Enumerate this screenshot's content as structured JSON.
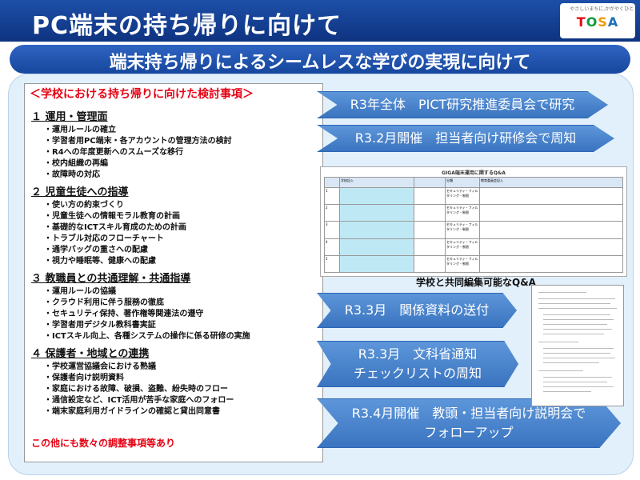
{
  "header": {
    "title": "PC端末の持ち帰りに向けて",
    "logo_letters": "TOSA",
    "logo_tagline": "やさしいまちに,かがやくひと"
  },
  "subtitle": "端末持ち帰りによるシームレスな学びの実現に向けて",
  "left_panel": {
    "header": "＜学校における持ち帰りに向けた検討事項＞",
    "sections": [
      {
        "title": "１ 運用・管理面",
        "items": [
          "・運用ルールの確立",
          "・学習者用PC端末・各アカウントの管理方法の検討",
          "・R4への年度更新へのスムーズな移行",
          "・校内組織の再編",
          "・故障時の対応"
        ]
      },
      {
        "title": "２ 児童生徒への指導",
        "items": [
          "・使い方の約束づくり",
          "・児童生徒への情報モラル教育の計画",
          "・基礎的なICTスキル育成のための計画",
          "・トラブル対応のフローチャート",
          "・通学バッグの重さへの配慮",
          "・視力や睡眠等、健康への配慮"
        ]
      },
      {
        "title": "３ 教職員との共通理解・共通指導",
        "items": [
          "・運用ルールの協議",
          "・クラウド利用に伴う服務の徹底",
          "・セキュリティ保持、著作権等関連法の遵守",
          "・学習者用デジタル教科書実証",
          "・ICTスキル向上、各種システムの操作に係る研修の実施"
        ]
      },
      {
        "title": "４ 保護者・地域との連携",
        "items": [
          "・学校運営協議会における熟議",
          "・保護者向け説明資料",
          "・家庭における故障、破損、盗難、紛失時のフロー",
          "・通信設定など、ICT活用が苦手な家庭へのフォロー",
          "・端末家庭利用ガイドラインの確認と貸出同意書"
        ]
      }
    ],
    "footer": "この他にも数々の調整事項等あり"
  },
  "steps": [
    {
      "lines": [
        "R3年全体　PICT研究推進委員会で研究"
      ]
    },
    {
      "lines": [
        "R3.2月開催　担当者向け研修会で周知"
      ]
    },
    {
      "lines": [
        "R3.3月　関係資料の送付"
      ]
    },
    {
      "lines": [
        "R3.3月　文科省通知",
        "チェックリストの周知"
      ]
    },
    {
      "lines": [
        "R3.4月開催　教頭・担当者向け説明会で",
        "フォローアップ"
      ]
    }
  ],
  "qa_table": {
    "title": "GIGA端末運用に関するQ&A",
    "headers": [
      "学校記入",
      "",
      "分類",
      "教育委員会記入"
    ],
    "rows": [
      {
        "no": "1",
        "cat": "セキュリティ・フィルタリング・制限"
      },
      {
        "no": "2",
        "cat": "セキュリティ・フィルタリング・制限"
      },
      {
        "no": "3",
        "cat": "セキュリティ・フィルタリング・制限"
      },
      {
        "no": "4",
        "cat": "セキュリティ・フィルタリング・制限"
      },
      {
        "no": "5",
        "cat": "セキュリティ・フィルタリング・制限"
      }
    ]
  },
  "qa_caption": "学校と共同編集可能なQ&A",
  "colors": {
    "title_bg": "#1d4fa8",
    "subtitle_bg": "#2f64c2",
    "content_bg": "#e2f0fb",
    "accent_red": "#e60012",
    "step_blue": "#4a86cf",
    "logo_colors": [
      "#e60012",
      "#0a9d3f",
      "#f39800",
      "#1d6fb8"
    ]
  }
}
